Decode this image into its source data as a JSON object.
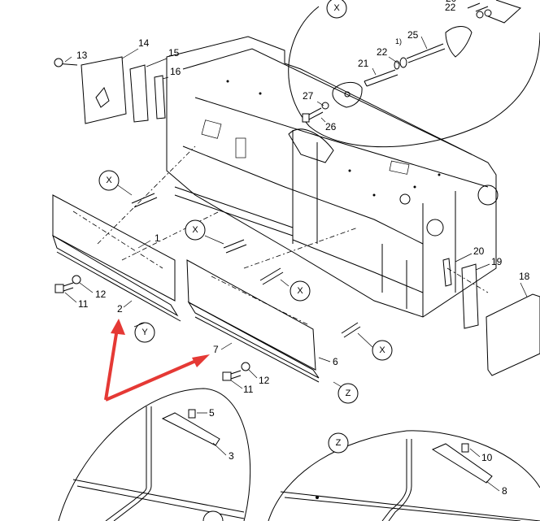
{
  "part_numbers": {
    "p1": "1",
    "p2": "2",
    "p3": "3",
    "p5": "5",
    "p6": "6",
    "p7": "7",
    "p8": "8",
    "p10": "10",
    "p11a": "11",
    "p11b": "11",
    "p12a": "12",
    "p12b": "12",
    "p13": "13",
    "p14": "14",
    "p15": "15",
    "p16": "16",
    "p18": "18",
    "p19": "19",
    "p20": "20",
    "p21": "21",
    "p22a": "22",
    "p22b": "22",
    "p25": "25",
    "p26": "26",
    "p27": "27",
    "p20top": "20",
    "note1": "1)"
  },
  "callouts": {
    "x_detail": "X",
    "x1": "X",
    "x2": "X",
    "x3": "X",
    "x4": "X",
    "y1": "Y",
    "z1": "Z",
    "z_detail": "Z"
  },
  "colors": {
    "arrow": "#e53935",
    "ink": "#000000"
  }
}
